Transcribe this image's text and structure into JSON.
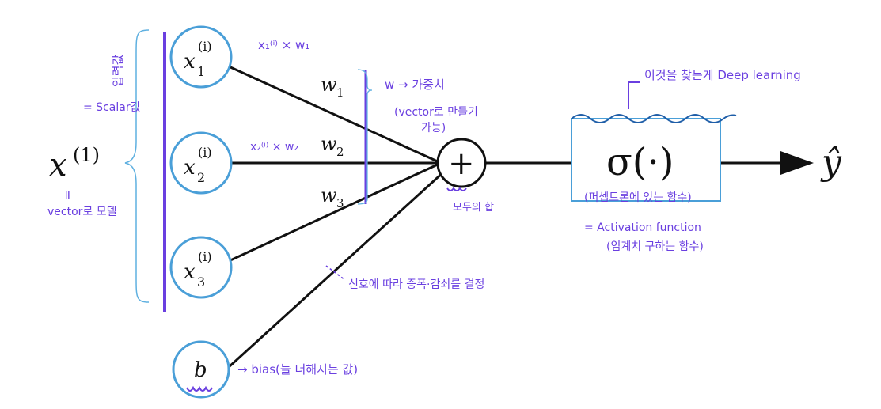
{
  "inputs": [
    {
      "base": "x",
      "sub": "1",
      "sup": "(i)"
    },
    {
      "base": "x",
      "sub": "2",
      "sup": "(i)"
    },
    {
      "base": "x",
      "sub": "3",
      "sup": "(i)"
    }
  ],
  "bias": {
    "label": "b"
  },
  "weights": [
    {
      "base": "w",
      "sub": "1"
    },
    {
      "base": "w",
      "sub": "2"
    },
    {
      "base": "w",
      "sub": "3"
    }
  ],
  "vector": {
    "base": "x",
    "sup": "(1)",
    "equals": "="
  },
  "sum_node": {
    "symbol": "+"
  },
  "activation": {
    "label": "σ(·)"
  },
  "output": {
    "label": "ŷ"
  },
  "annotations": {
    "input_value": "입력값",
    "scalar": "= Scalar값",
    "vector_model": "vector로 모델",
    "x1w1": "x₁⁽ⁱ⁾ × w₁",
    "x2w2": "x₂⁽ⁱ⁾ × w₂",
    "weight_arrow": "w → 가중치",
    "vector_possible": "(vector로 만들기",
    "possible": "가능)",
    "sum_all": "모두의 합",
    "find_deep": "이것을 찾는게 Deep learning",
    "activation_ko": "(퍼셉트론에 있는 함수)",
    "activation_en": "= Activation function",
    "activation_threshold": "(임계치 구하는 함수)",
    "signal_note": "신호에 따라 증폭·감쇠를 결정",
    "bias_note": "→ bias(늘 더해지는 값)"
  },
  "colors": {
    "node": "#4a9fd8",
    "ink": "#111111",
    "annotation": "#6a3fe0",
    "wave": "#1f5ea8"
  }
}
